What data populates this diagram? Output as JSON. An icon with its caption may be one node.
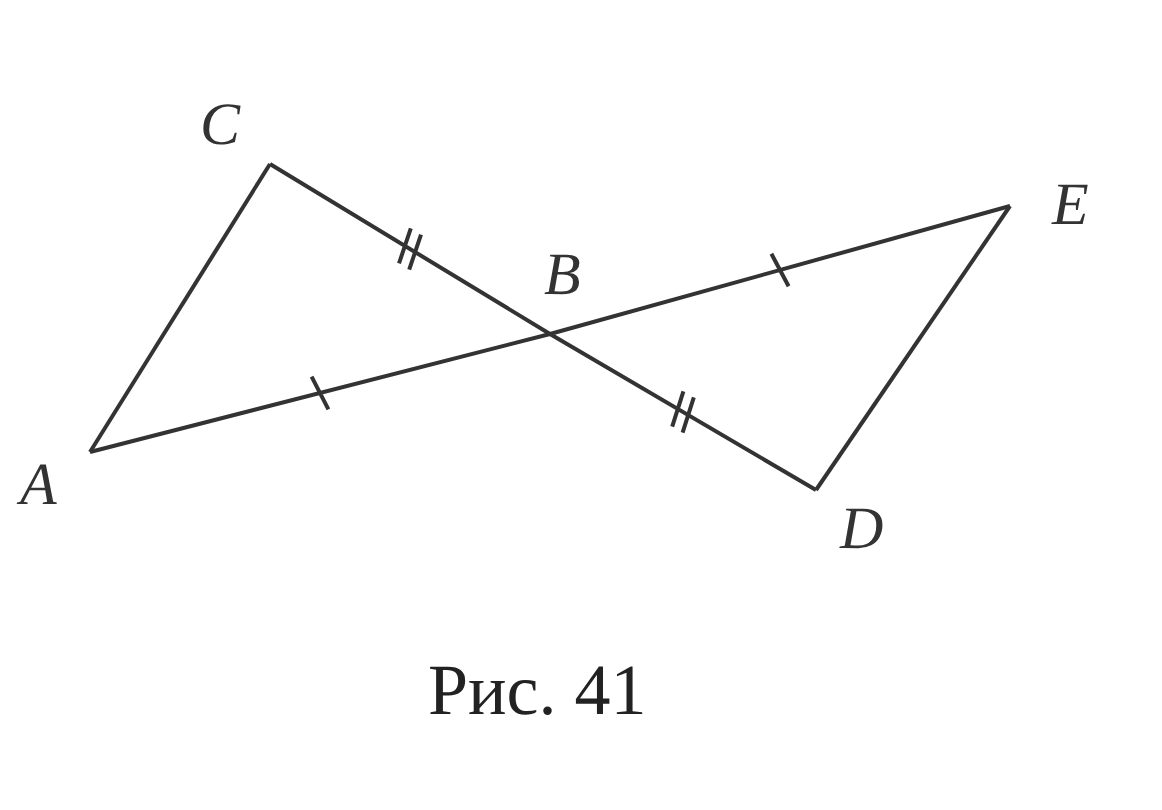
{
  "diagram": {
    "caption": "Рис. 41",
    "nodes": [
      {
        "text": [
          "C"
        ]
      },
      {
        "text": [
          "B"
        ]
      },
      {
        "text": [
          "E"
        ]
      },
      {
        "text": [
          "A"
        ]
      },
      {
        "text": [
          "D"
        ]
      }
    ],
    "edges": [
      {
        "from": 3,
        "to": 1,
        "arrow": "none"
      },
      {
        "from": 1,
        "to": 2,
        "arrow": "none"
      },
      {
        "from": 0,
        "to": 1,
        "arrow": "none"
      },
      {
        "from": 1,
        "to": 4,
        "arrow": "none"
      },
      {
        "from": 3,
        "to": 0,
        "arrow": "none"
      },
      {
        "from": 4,
        "to": 2,
        "arrow": "none"
      }
    ]
  }
}
